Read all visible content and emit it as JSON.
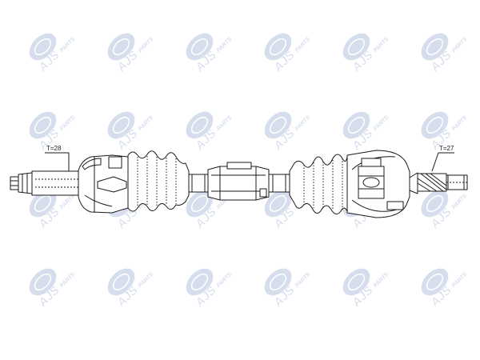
{
  "watermark": {
    "brand": "AJS",
    "suffix": "PARTS",
    "color": "#c9d4e8",
    "stroke_color": "#ffffff"
  },
  "labels": {
    "left_spline": "T=28",
    "right_spline": "T=27"
  },
  "colors": {
    "line": "#1a1a1a",
    "background": "#ffffff"
  }
}
